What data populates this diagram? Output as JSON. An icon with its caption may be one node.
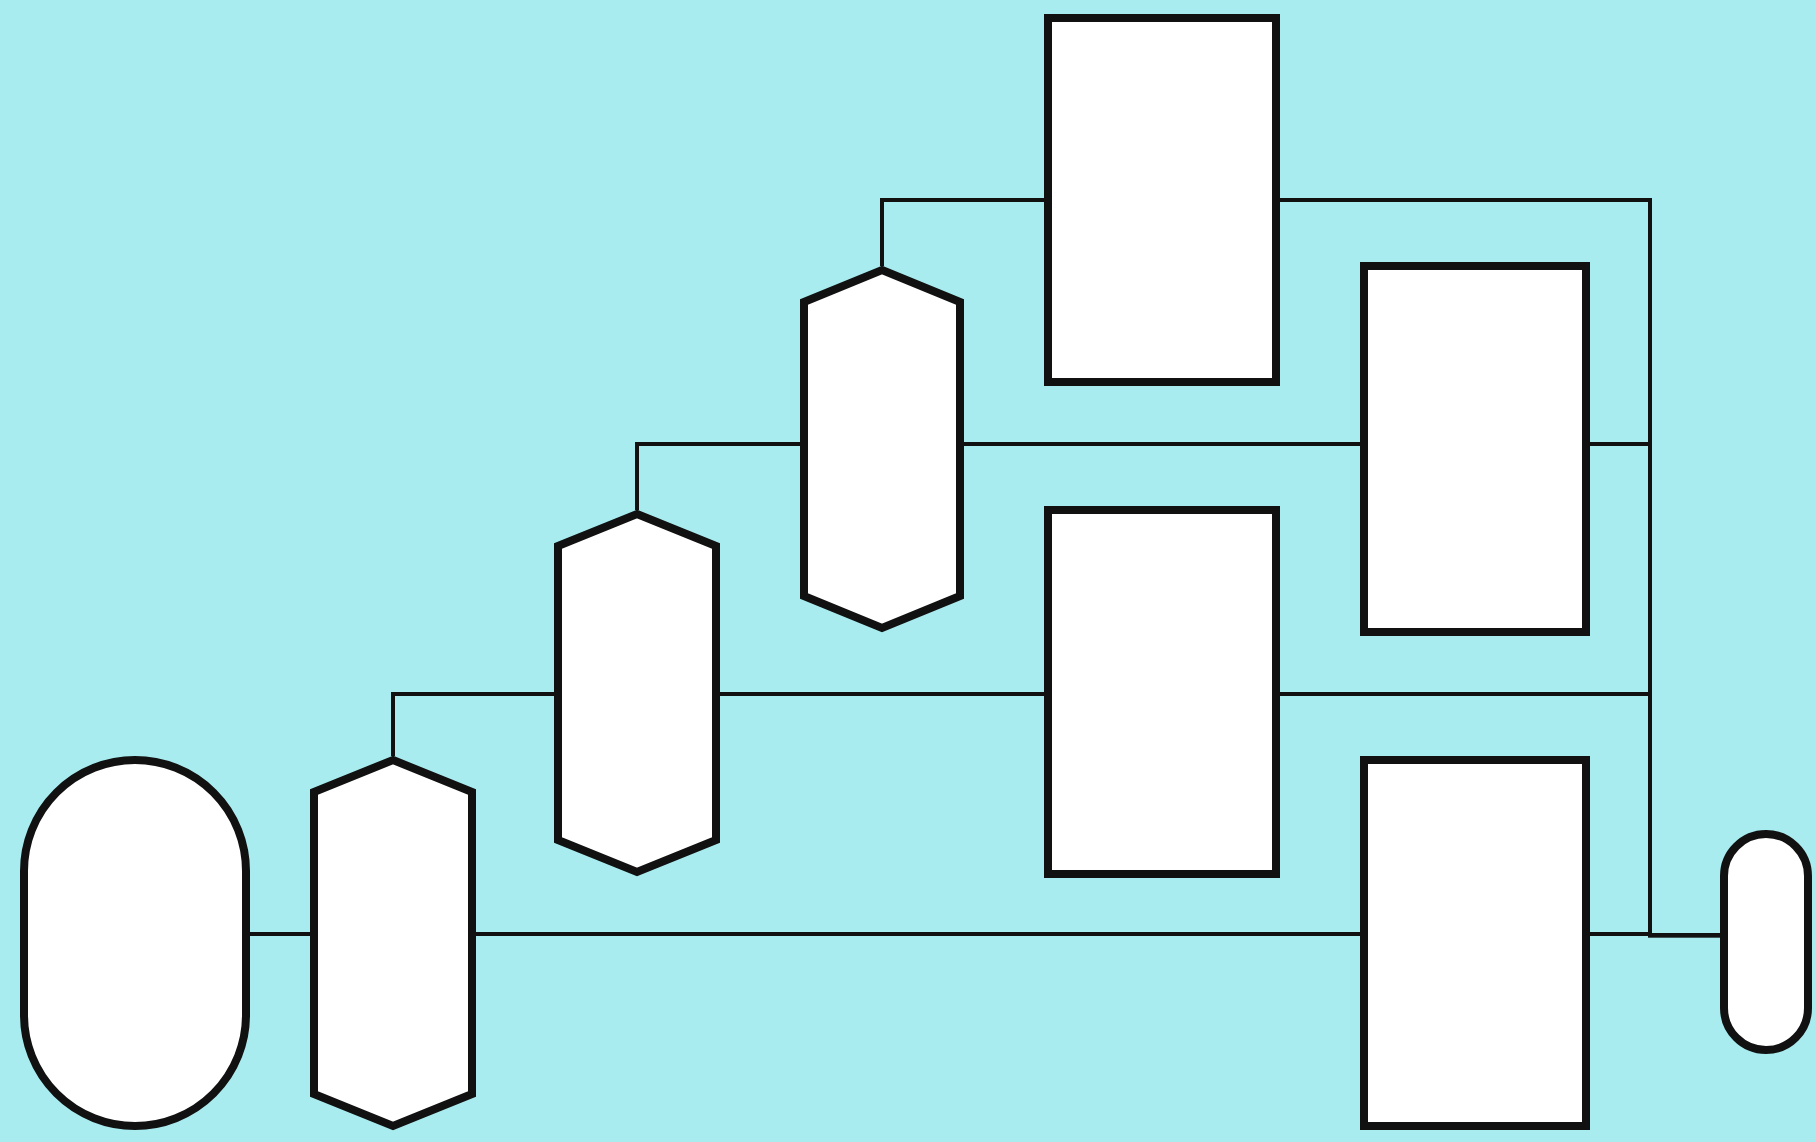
{
  "diagram": {
    "nodes": [
      {
        "text": [],
        "shape": "oval"
      },
      {
        "text": [],
        "shape": "hexagon"
      },
      {
        "text": [],
        "shape": "hexagon"
      },
      {
        "text": [],
        "shape": "hexagon"
      },
      {
        "text": [],
        "shape": "box"
      },
      {
        "text": [],
        "shape": "box"
      },
      {
        "text": [],
        "shape": "box"
      },
      {
        "text": [],
        "shape": "box"
      },
      {
        "text": [],
        "shape": "oval"
      }
    ],
    "edges": [
      {
        "from": 0,
        "to": 1,
        "arrow": "none"
      },
      {
        "from": 1,
        "to": 2,
        "arrow": "none"
      },
      {
        "from": 2,
        "to": 3,
        "arrow": "none"
      },
      {
        "from": 3,
        "to": 4,
        "arrow": "none"
      },
      {
        "from": 3,
        "to": 5,
        "arrow": "none"
      },
      {
        "from": 2,
        "to": 6,
        "arrow": "none"
      },
      {
        "from": 1,
        "to": 7,
        "arrow": "none"
      },
      {
        "from": 4,
        "to": 8,
        "arrow": "none"
      },
      {
        "from": 5,
        "to": 8,
        "arrow": "none"
      },
      {
        "from": 6,
        "to": 8,
        "arrow": "none"
      },
      {
        "from": 7,
        "to": 8,
        "arrow": "none"
      }
    ]
  }
}
